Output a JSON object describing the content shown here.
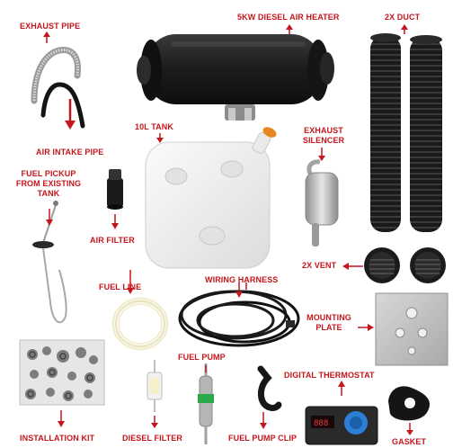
{
  "labels": {
    "exhaust_pipe": "EXHAUST PIPE",
    "heater": "5KW DIESEL AIR HEATER",
    "duct": "2X DUCT",
    "air_intake": "AIR INTAKE PIPE",
    "tank": "10L TANK",
    "exhaust_silencer_1": "EXHAUST",
    "exhaust_silencer_2": "SILENCER",
    "fuel_pickup_1": "FUEL PICKUP",
    "fuel_pickup_2": "FROM EXISTING",
    "fuel_pickup_3": "TANK",
    "air_filter": "AIR FILTER",
    "vent": "2X VENT",
    "fuel_line": "FUEL LINE",
    "wiring_harness": "WIRING HARNESS",
    "mounting_plate_1": "MOUNTING",
    "mounting_plate_2": "PLATE",
    "fuel_pump": "FUEL PUMP",
    "digital_thermostat": "DIGITAL THERMOSTAT",
    "installation_kit": "INSTALLATION KIT",
    "diesel_filter": "DIESEL FILTER",
    "fuel_pump_clip": "FUEL PUMP CLIP",
    "gasket": "GASKET"
  },
  "colors": {
    "label": "#c4161c",
    "heater_body": "#1e1e1e",
    "tank_body": "#f4f4f4",
    "duct": "#1a1a1a",
    "steel": "#b9b9b9",
    "display_bg": "#2a2a2a",
    "display_blue": "#2d7fd6"
  }
}
